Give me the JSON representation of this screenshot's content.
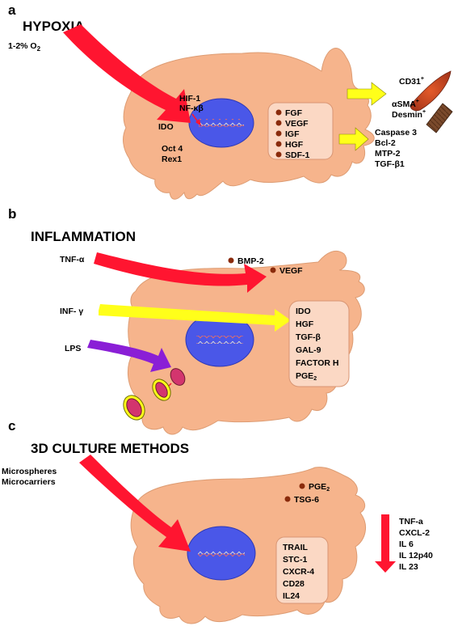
{
  "colors": {
    "cell": "#f6b48c",
    "cell_edge": "#dd9c73",
    "nucleus": "#4a57e8",
    "nucleus_edge": "#2d38b5",
    "box": "#fbd8c4",
    "box_edge": "#d89573",
    "red_arrow": "#ff1530",
    "yellow_arrow": "#ffff1a",
    "purple_arrow": "#8a1fd6",
    "bullet": "#8a2b0c",
    "mito": "#d3356e"
  },
  "panel_a": {
    "letter": "a",
    "title": "HYPOXIA",
    "stimulus": "1-2% O",
    "stimulus_sub": "2",
    "factors": [
      "HIF-1",
      "NF-κβ"
    ],
    "ido": "IDO",
    "markers": [
      "Oct 4",
      "Rex1"
    ],
    "secreted": [
      "FGF",
      "VEGF",
      "IGF",
      "HGF",
      "SDF-1"
    ],
    "cd31": "CD31",
    "cd31_sup": "+",
    "asma": "αSMA",
    "asma_sup": "+",
    "desmin": "Desmin",
    "desmin_sup": "+",
    "outcomes": [
      "Caspase 3",
      "Bcl-2",
      "MTP-2",
      "TGF-β1"
    ]
  },
  "panel_b": {
    "letter": "b",
    "title": "INFLAMMATION",
    "stimuli": [
      "TNF-α",
      "INF- γ",
      "LPS"
    ],
    "bmp2": "BMP-2",
    "vegf": "VEGF",
    "box_items": [
      "IDO",
      "HGF",
      "TGF-β",
      "GAL-9",
      "FACTOR H"
    ],
    "pge": "PGE",
    "pge_sub": "2"
  },
  "panel_c": {
    "letter": "c",
    "title": "3D CULTURE METHODS",
    "stimulus": [
      "Microspheres",
      "Microcarriers"
    ],
    "pge": "PGE",
    "pge_sub": "2",
    "tsg": "TSG-6",
    "box_items": [
      "TRAIL",
      "STC-1",
      "CXCR-4",
      "CD28",
      "IL24"
    ],
    "downregulated": [
      "TNF-a",
      "CXCL-2",
      "IL 6",
      "IL 12p40",
      "IL 23"
    ]
  }
}
